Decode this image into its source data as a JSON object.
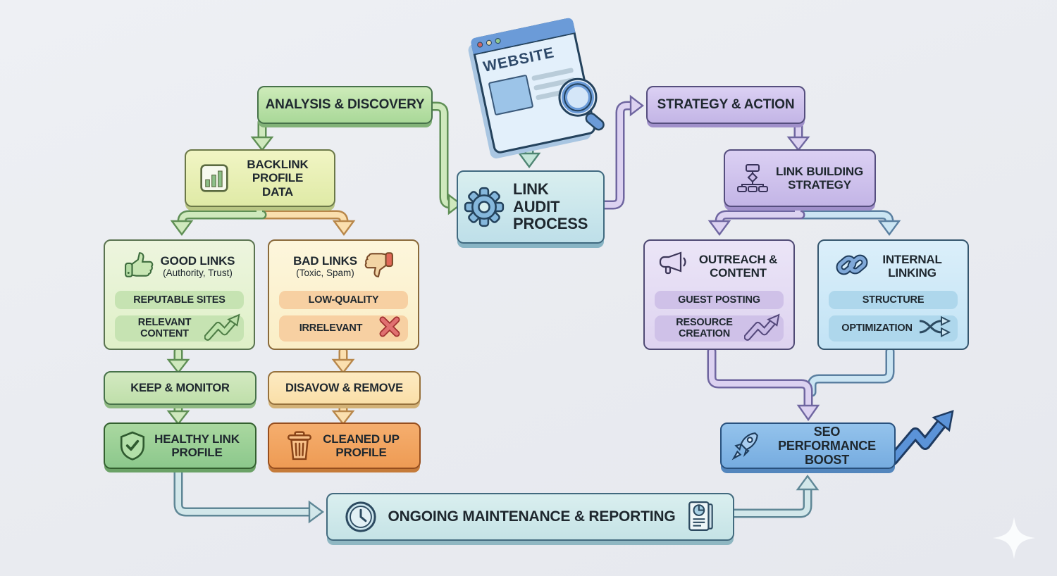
{
  "background": "#edeff3",
  "nodes": {
    "analysis_discovery": {
      "label": "ANALYSIS & DISCOVERY"
    },
    "website": {
      "label": "WEBSITE"
    },
    "strategy_action": {
      "label": "STRATEGY & ACTION"
    },
    "backlink_profile_data": {
      "label": "BACKLINK PROFILE DATA"
    },
    "link_audit_process": {
      "label": "LINK AUDIT PROCESS"
    },
    "link_building_strategy": {
      "label": "LINK BUILDING STRATEGY"
    },
    "good_links": {
      "title": "GOOD LINKS",
      "subtitle": "(Authority, Trust)",
      "items": [
        "REPUTABLE SITES",
        "RELEVANT CONTENT"
      ]
    },
    "bad_links": {
      "title": "BAD LINKS",
      "subtitle": "(Toxic, Spam)",
      "items": [
        "LOW-QUALITY",
        "IRRELEVANT"
      ]
    },
    "outreach_content": {
      "title": "OUTREACH & CONTENT",
      "items": [
        "GUEST POSTING",
        "RESOURCE CREATION"
      ]
    },
    "internal_linking": {
      "title": "INTERNAL LINKING",
      "items": [
        "STRUCTURE",
        "OPTIMIZATION"
      ]
    },
    "keep_monitor": {
      "label": "KEEP & MONITOR"
    },
    "disavow_remove": {
      "label": "DISAVOW & REMOVE"
    },
    "healthy_link_profile": {
      "label": "HEALTHY LINK PROFILE"
    },
    "cleaned_up_profile": {
      "label": "CLEANED UP PROFILE"
    },
    "seo_performance_boost": {
      "label": "SEO PERFORMANCE BOOST"
    },
    "ongoing_maintenance": {
      "label": "ONGOING MAINTENANCE & REPORTING"
    }
  },
  "icons": [
    "browser-window-icon",
    "magnifier-icon",
    "bar-chart-icon",
    "gear-icon",
    "flowchart-icon",
    "thumbs-up-icon",
    "thumbs-down-icon",
    "growth-arrow-icon",
    "x-mark-icon",
    "megaphone-icon",
    "chain-link-icon",
    "shuffle-icon",
    "shield-check-icon",
    "trash-icon",
    "rocket-icon",
    "clock-icon",
    "report-icon",
    "sparkle-icon"
  ],
  "colors": {
    "green_accent": "#7cb66e",
    "orange_accent": "#e8945a",
    "purple_accent": "#8f7fc0",
    "blue_accent": "#5b8fd8",
    "teal_accent": "#79aeb4",
    "background": "#edeff3"
  }
}
